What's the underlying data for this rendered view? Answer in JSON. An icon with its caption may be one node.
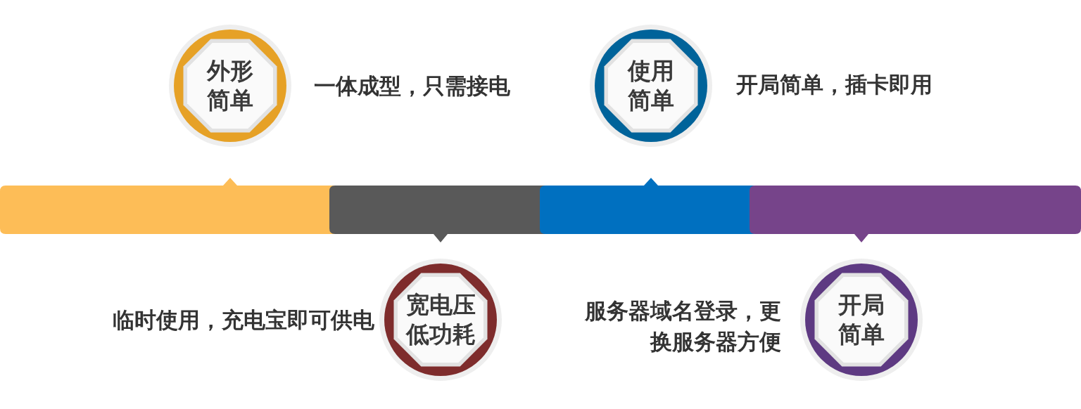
{
  "diagram": {
    "nodes": [
      {
        "text": [
          "外形简单"
        ],
        "beside": [
          "一体成型，只需接电"
        ]
      },
      {
        "text": [
          "使用简单"
        ],
        "beside": [
          "开局简单，插卡即用"
        ]
      },
      {
        "text": [
          "宽电压低功耗"
        ],
        "beside": [
          "临时使用，充电宝即可供电"
        ]
      },
      {
        "text": [
          "开局简单"
        ],
        "beside": [
          "服务器域名登录，更换服务器方便"
        ]
      }
    ]
  }
}
